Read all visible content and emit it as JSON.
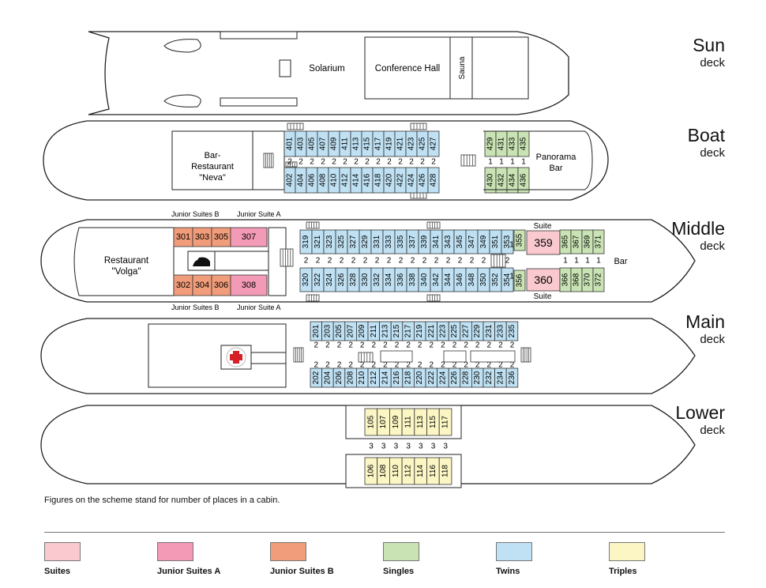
{
  "decks": [
    {
      "id": "sun",
      "title": "Sun",
      "subtitle": "deck"
    },
    {
      "id": "boat",
      "title": "Boat",
      "subtitle": "deck"
    },
    {
      "id": "middle",
      "title": "Middle",
      "subtitle": "deck"
    },
    {
      "id": "main",
      "title": "Main",
      "subtitle": "deck"
    },
    {
      "id": "lower",
      "title": "Lower",
      "subtitle": "deck"
    }
  ],
  "areas": {
    "solarium": "Solarium",
    "conference_hall": "Conference Hall",
    "sauna": "Sauna",
    "neva_line1": "Bar-",
    "neva_line2": "Restaurant",
    "neva_line3": "\"Neva\"",
    "panorama_line1": "Panorama",
    "panorama_line2": "Bar",
    "volga_line1": "Restaurant",
    "volga_line2": "\"Volga\"",
    "bar": "Bar",
    "suite": "Suite",
    "junior_suites_b": "Junior Suites B",
    "junior_suite_a": "Junior Suite A"
  },
  "cabins": {
    "boat_twins_top": [
      "401",
      "403",
      "405",
      "407",
      "409",
      "411",
      "413",
      "415",
      "417",
      "419",
      "421",
      "423",
      "425",
      "427"
    ],
    "boat_twins_bottom": [
      "402",
      "404",
      "406",
      "408",
      "410",
      "412",
      "414",
      "416",
      "418",
      "420",
      "422",
      "424",
      "426",
      "428"
    ],
    "boat_singles_top": [
      "429",
      "431",
      "433",
      "435"
    ],
    "boat_singles_bottom": [
      "430",
      "432",
      "434",
      "436"
    ],
    "middle_jsb_top": [
      "301",
      "303",
      "305"
    ],
    "middle_jsa_top": "307",
    "middle_jsb_bottom": [
      "302",
      "304",
      "306"
    ],
    "middle_jsa_bottom": "308",
    "middle_twins_top": [
      "319",
      "321",
      "323",
      "325",
      "327",
      "329",
      "331",
      "333",
      "335",
      "337",
      "339",
      "341",
      "343",
      "345",
      "347",
      "349",
      "351",
      "353"
    ],
    "middle_twins_bottom": [
      "320",
      "322",
      "324",
      "326",
      "328",
      "330",
      "332",
      "334",
      "336",
      "338",
      "340",
      "342",
      "344",
      "346",
      "348",
      "350",
      "352",
      "354"
    ],
    "middle_single_top": "355",
    "middle_single_bottom": "356",
    "middle_suite_top": "359",
    "middle_suite_bottom": "360",
    "middle_singles_top": [
      "365",
      "367",
      "369",
      "371"
    ],
    "middle_singles_bottom": [
      "366",
      "368",
      "370",
      "372"
    ],
    "main_twins_top": [
      "201",
      "203",
      "205",
      "207",
      "209",
      "211",
      "213",
      "215",
      "217",
      "219",
      "221",
      "223",
      "225",
      "227",
      "229",
      "231",
      "233",
      "235"
    ],
    "main_twins_bottom": [
      "202",
      "204",
      "206",
      "208",
      "210",
      "212",
      "214",
      "216",
      "218",
      "220",
      "222",
      "224",
      "226",
      "228",
      "230",
      "232",
      "234",
      "236"
    ],
    "lower_triples_top": [
      "105",
      "107",
      "109",
      "111",
      "113",
      "115",
      "117"
    ],
    "lower_triples_bottom": [
      "106",
      "108",
      "110",
      "112",
      "114",
      "116",
      "118"
    ]
  },
  "places": {
    "two": "2",
    "one": "1",
    "three": "3"
  },
  "note": "Figures on the scheme stand for number of places in a cabin.",
  "legend": [
    {
      "label": "Suites",
      "color": "#f9c9cf"
    },
    {
      "label": "Junior Suites A",
      "color": "#f39ab6"
    },
    {
      "label": "Junior Suites B",
      "color": "#f19c7a"
    },
    {
      "label": "Singles",
      "color": "#c9e3b4"
    },
    {
      "label": "Twins",
      "color": "#bfe1f3"
    },
    {
      "label": "Triples",
      "color": "#fbf6c4"
    }
  ]
}
